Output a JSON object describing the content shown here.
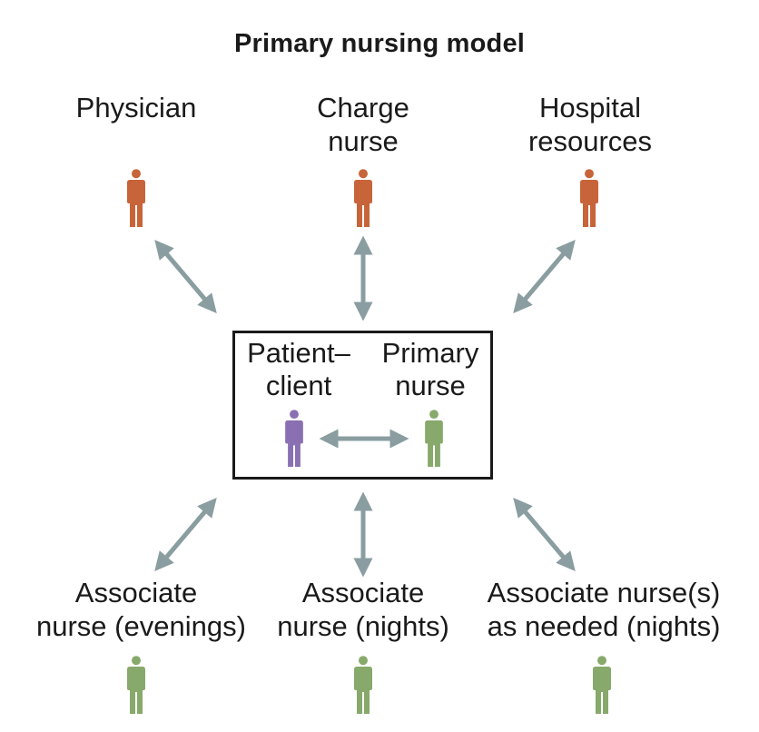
{
  "title": "Primary nursing model",
  "colors": {
    "support_role": "#c8643a",
    "patient": "#8a70b3",
    "nurse": "#87a96b",
    "arrow": "#8a9da0",
    "box_border": "#1a1a1a"
  },
  "top_roles": [
    {
      "lines": [
        "Physician"
      ],
      "icon": "person-icon",
      "color_key": "support_role"
    },
    {
      "lines": [
        "Charge",
        "nurse"
      ],
      "icon": "person-icon",
      "color_key": "support_role"
    },
    {
      "lines": [
        "Hospital",
        "resources"
      ],
      "icon": "person-icon",
      "color_key": "support_role"
    }
  ],
  "center": {
    "patient": {
      "lines": [
        "Patient–",
        "client"
      ],
      "icon": "person-icon",
      "color_key": "patient"
    },
    "primary_nurse": {
      "lines": [
        "Primary",
        "nurse"
      ],
      "icon": "person-icon",
      "color_key": "nurse"
    }
  },
  "bottom_roles": [
    {
      "lines": [
        "Associate",
        "nurse (evenings)"
      ],
      "icon": "person-icon",
      "color_key": "nurse"
    },
    {
      "lines": [
        "Associate",
        "nurse (nights)"
      ],
      "icon": "person-icon",
      "color_key": "nurse"
    },
    {
      "lines": [
        "Associate nurse(s)",
        "as needed (nights)"
      ],
      "icon": "person-icon",
      "color_key": "nurse"
    }
  ],
  "connections": [
    {
      "from": "Physician",
      "to": "Primary nursing model center",
      "type": "double-arrow"
    },
    {
      "from": "Charge nurse",
      "to": "Primary nursing model center",
      "type": "double-arrow"
    },
    {
      "from": "Hospital resources",
      "to": "Primary nursing model center",
      "type": "double-arrow"
    },
    {
      "from": "Patient–client",
      "to": "Primary nurse",
      "type": "double-arrow"
    },
    {
      "from": "Associate nurse (evenings)",
      "to": "Primary nursing model center",
      "type": "double-arrow"
    },
    {
      "from": "Associate nurse (nights)",
      "to": "Primary nursing model center",
      "type": "double-arrow"
    },
    {
      "from": "Associate nurse(s) as needed (nights)",
      "to": "Primary nursing model center",
      "type": "double-arrow"
    }
  ]
}
